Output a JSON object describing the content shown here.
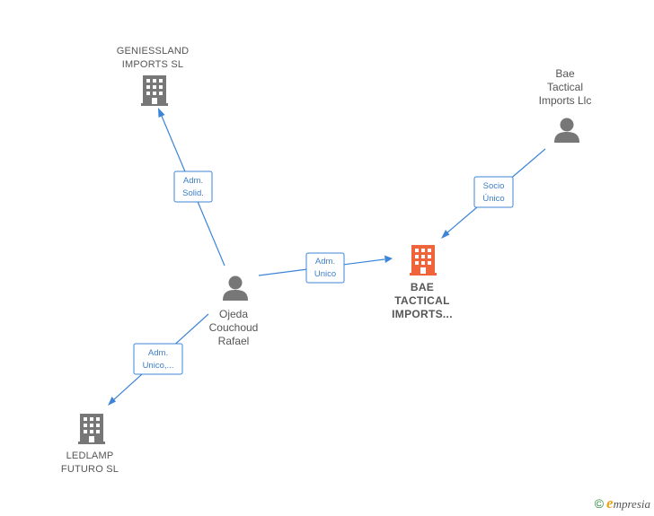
{
  "nodes": {
    "geniessland": {
      "kind": "company",
      "label_lines": [
        "GENIESSLAND",
        "IMPORTS  SL"
      ],
      "icon": "building-icon",
      "color": "#777777"
    },
    "bae_llc": {
      "kind": "person",
      "label_lines": [
        "Bae",
        "Tactical",
        "Imports Llc"
      ],
      "icon": "person-icon",
      "color": "#777777"
    },
    "bae_tactical": {
      "kind": "company",
      "label_lines": [
        "BAE",
        "TACTICAL",
        "IMPORTS..."
      ],
      "icon": "building-icon",
      "color": "#f0643c",
      "focus": true
    },
    "ojeda": {
      "kind": "person",
      "label_lines": [
        "Ojeda",
        "Couchoud",
        "Rafael"
      ],
      "icon": "person-icon",
      "color": "#777777"
    },
    "ledlamp": {
      "kind": "company",
      "label_lines": [
        "LEDLAMP",
        "FUTURO SL"
      ],
      "icon": "building-icon",
      "color": "#777777"
    }
  },
  "edges": {
    "ojeda_geniessland": {
      "label_lines": [
        "Adm.",
        "Solid."
      ]
    },
    "llc_bae": {
      "label_lines": [
        "Socio",
        "Único"
      ]
    },
    "ojeda_bae": {
      "label_lines": [
        "Adm.",
        "Unico"
      ]
    },
    "ojeda_ledlamp": {
      "label_lines": [
        "Adm.",
        "Unico,..."
      ]
    }
  },
  "colors": {
    "edge": "#3d85d6",
    "node_default": "#777777",
    "node_focus": "#f0643c"
  },
  "watermark": {
    "copyright": "©",
    "brand_initial": "e",
    "brand_rest": "mpresia"
  }
}
